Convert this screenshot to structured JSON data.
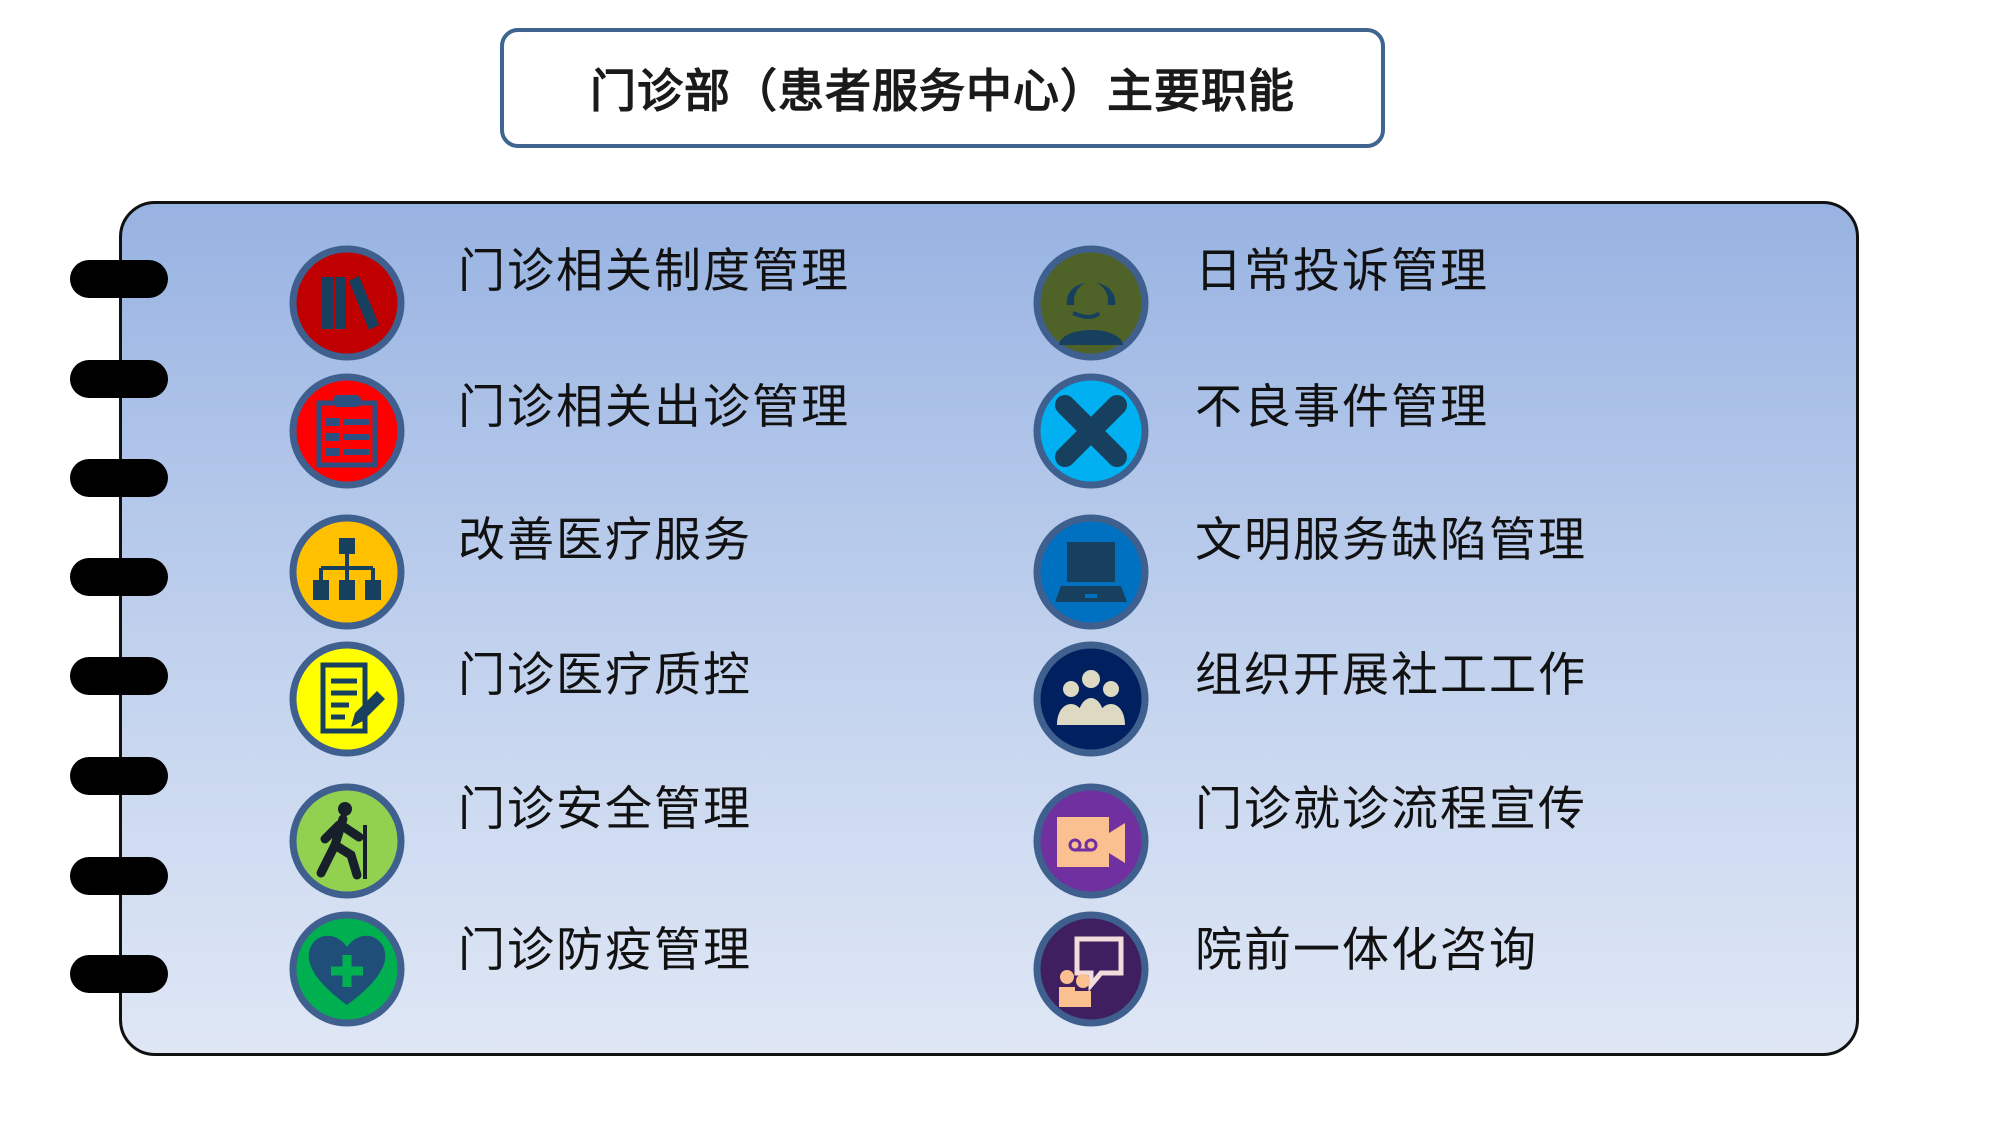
{
  "title": "门诊部（患者服务中心）主要职能",
  "left_items": [
    {
      "label": "门诊相关制度管理",
      "icon": "books-icon",
      "color": "#c00000"
    },
    {
      "label": "门诊相关出诊管理",
      "icon": "clipboard-checklist-icon",
      "color": "#ff0000"
    },
    {
      "label": "改善医疗服务",
      "icon": "org-chart-icon",
      "color": "#ffc000"
    },
    {
      "label": "门诊医疗质控",
      "icon": "document-pen-icon",
      "color": "#ffff00"
    },
    {
      "label": "门诊安全管理",
      "icon": "hiker-icon",
      "color": "#92d050"
    },
    {
      "label": "门诊防疫管理",
      "icon": "heart-cross-icon",
      "color": "#00b050"
    }
  ],
  "right_items": [
    {
      "label": "日常投诉管理",
      "icon": "headset-operator-icon",
      "color": "#4f6228"
    },
    {
      "label": "不良事件管理",
      "icon": "x-mark-icon",
      "color": "#00b0f0"
    },
    {
      "label": "文明服务缺陷管理",
      "icon": "laptop-icon",
      "color": "#0070c0"
    },
    {
      "label": "组织开展社工工作",
      "icon": "people-group-icon",
      "color": "#002060"
    },
    {
      "label": "门诊就诊流程宣传",
      "icon": "video-camera-icon",
      "color": "#7030a0"
    },
    {
      "label": "院前一体化咨询",
      "icon": "chat-people-icon",
      "color": "#3f1f5f"
    }
  ]
}
